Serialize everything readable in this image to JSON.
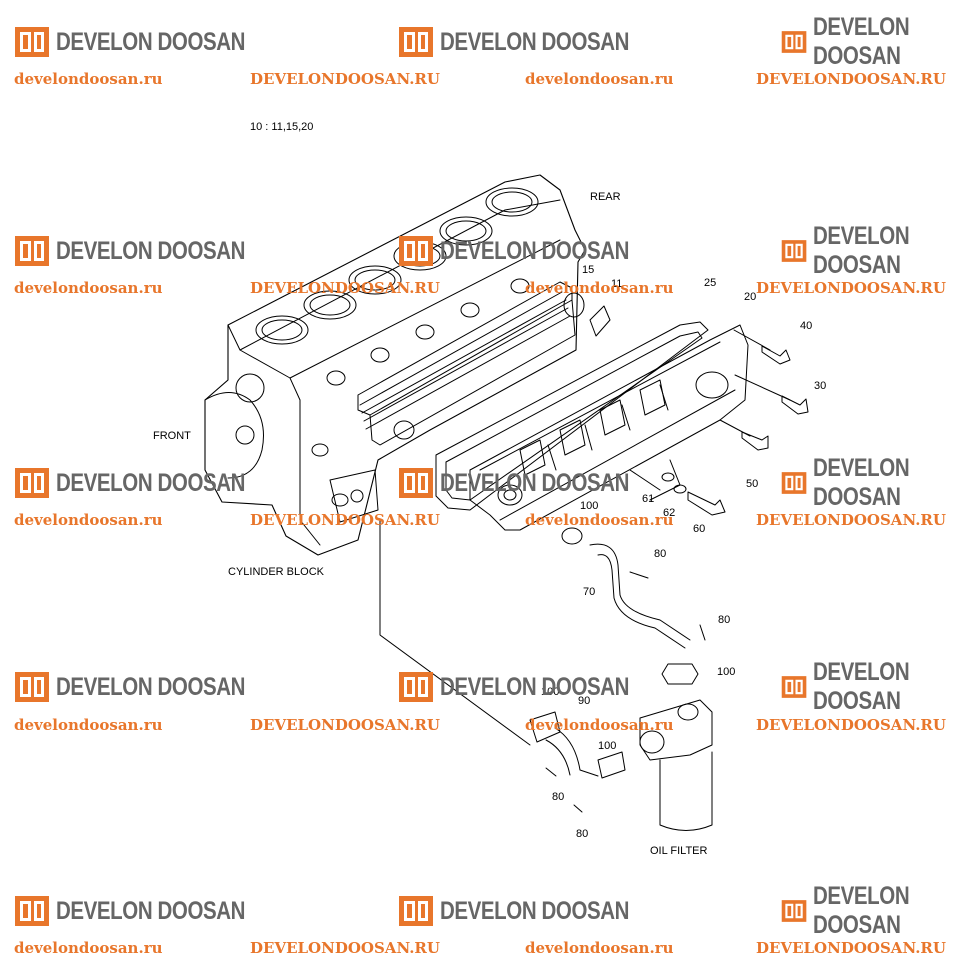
{
  "diagram": {
    "code_note": "10 : 11,15,20",
    "labels": {
      "rear": "REAR",
      "front": "FRONT",
      "cylinder_block": "CYLINDER BLOCK",
      "oil_filter": "OIL FILTER"
    },
    "part_numbers": {
      "p15": "15",
      "p11": "11",
      "p25": "25",
      "p20": "20",
      "p40": "40",
      "p30": "30",
      "p50": "50",
      "p61": "61",
      "p62": "62",
      "p60": "60",
      "p100a": "100",
      "p80a": "80",
      "p70": "70",
      "p80b": "80",
      "p100b": "100",
      "p100c": "100",
      "p90": "90",
      "p100d": "100",
      "p80c": "80",
      "p80d": "80"
    }
  },
  "watermark": {
    "brand": "DEVELON DOOSAN",
    "url_lower": "develondoosan.ru",
    "url_upper": "DEVELONDOOSAN.RU",
    "colors": {
      "logo": "#e8762b",
      "brand_text": "#666666",
      "url": "#e8762b"
    }
  }
}
